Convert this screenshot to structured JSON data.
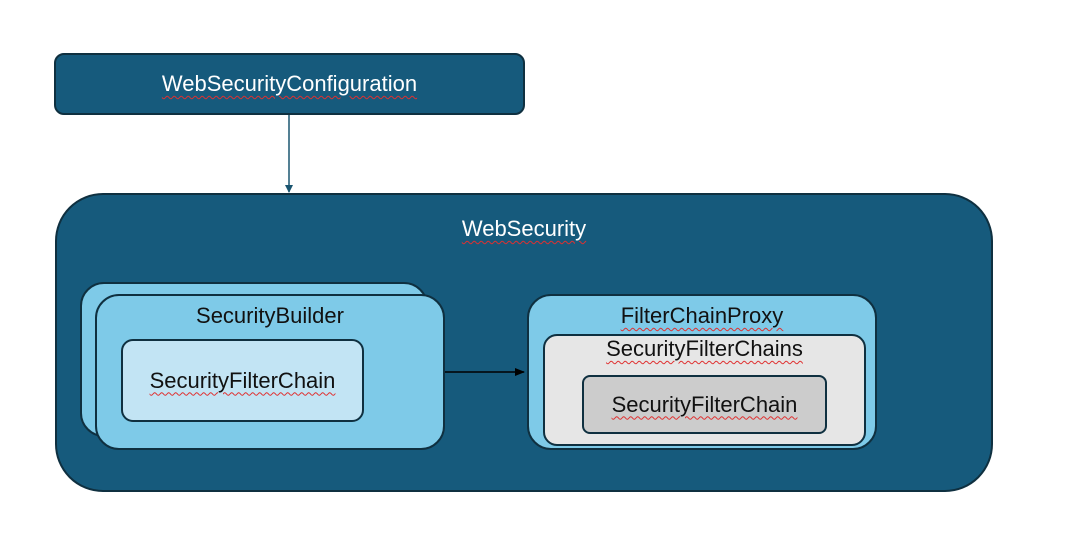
{
  "colors": {
    "dark_teal": "#165a7c",
    "light_blue": "#7ecae8",
    "pale_blue": "#c2e4f4",
    "light_gray": "#e6e6e6",
    "mid_gray": "#cccccc",
    "outline": "#0f3040",
    "connector": "#1a5570",
    "arrow": "#000000",
    "spellcheck": "#e03030"
  },
  "diagram": {
    "config_box": {
      "label": "WebSecurityConfiguration"
    },
    "web_security": {
      "label": "WebSecurity",
      "security_builder": {
        "label": "SecurityBuilder",
        "chain_label": "SecurityFilterChain"
      },
      "filter_chain_proxy": {
        "label": "FilterChainProxy",
        "chains": {
          "label": "SecurityFilterChains",
          "chain_label": "SecurityFilterChain"
        }
      }
    },
    "connectors": [
      {
        "from": "WebSecurityConfiguration",
        "to": "WebSecurity"
      },
      {
        "from": "SecurityBuilder",
        "to": "FilterChainProxy"
      }
    ]
  }
}
